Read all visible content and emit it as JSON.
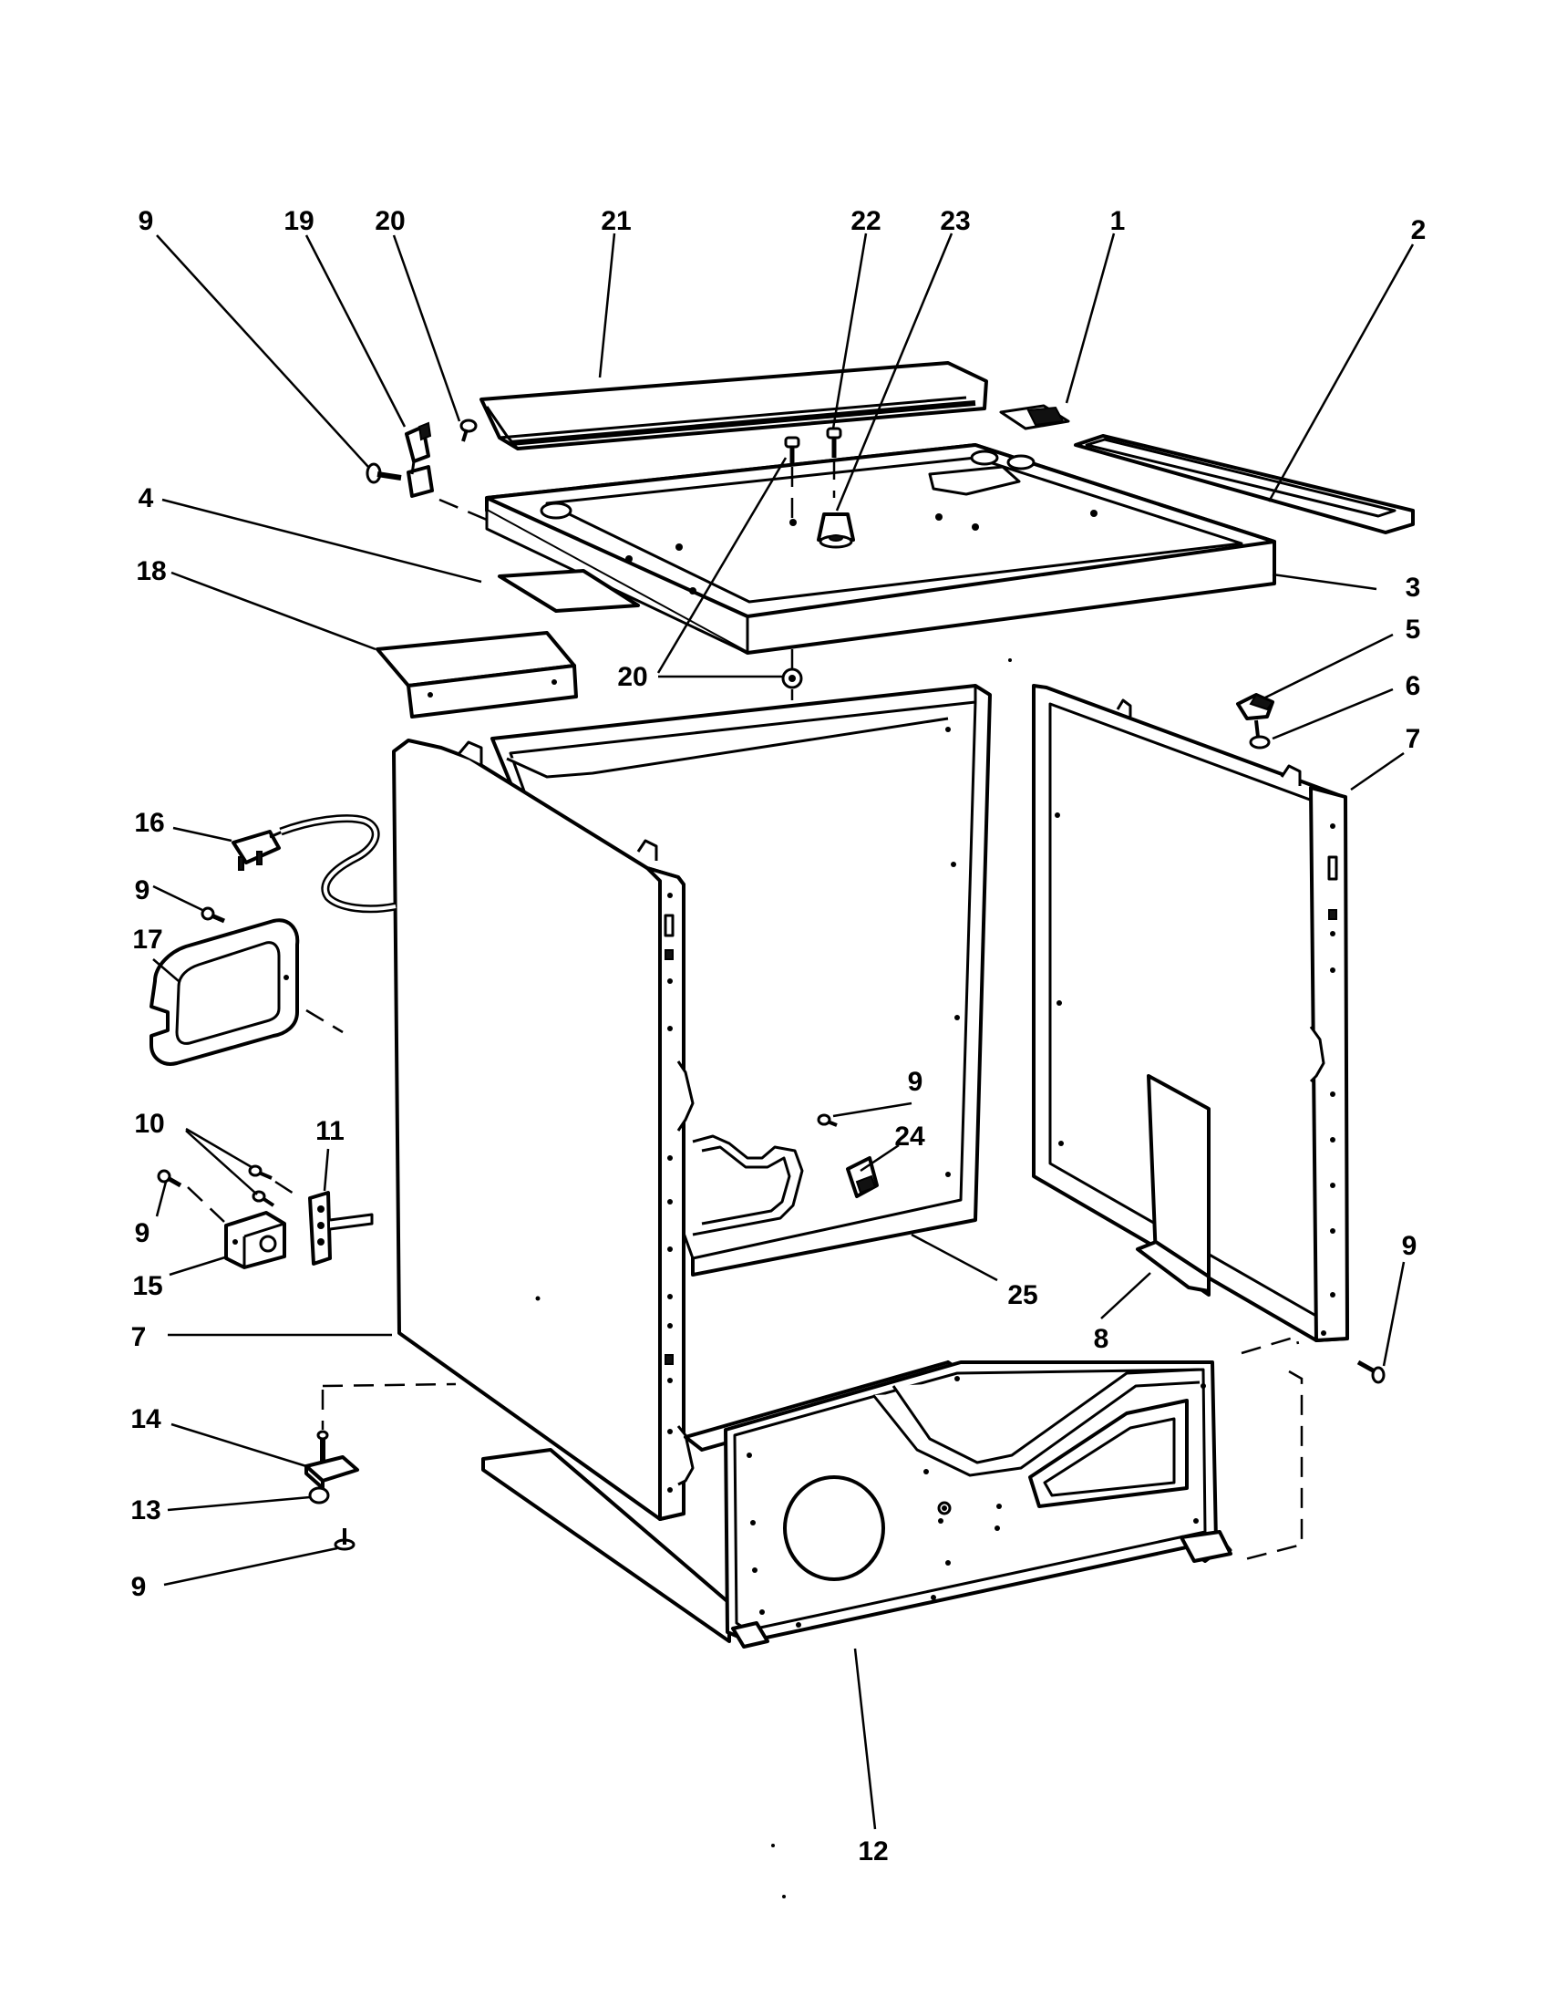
{
  "diagram": {
    "callouts": [
      {
        "key": "c9a",
        "text": "9"
      },
      {
        "key": "c19",
        "text": "19"
      },
      {
        "key": "c20a",
        "text": "20"
      },
      {
        "key": "c21",
        "text": "21"
      },
      {
        "key": "c22",
        "text": "22"
      },
      {
        "key": "c23",
        "text": "23"
      },
      {
        "key": "c1",
        "text": "1"
      },
      {
        "key": "c2",
        "text": "2"
      },
      {
        "key": "c4",
        "text": "4"
      },
      {
        "key": "c3",
        "text": "3"
      },
      {
        "key": "c18",
        "text": "18"
      },
      {
        "key": "c20b",
        "text": "20"
      },
      {
        "key": "c5",
        "text": "5"
      },
      {
        "key": "c6",
        "text": "6"
      },
      {
        "key": "c7a",
        "text": "7"
      },
      {
        "key": "c16",
        "text": "16"
      },
      {
        "key": "c9b",
        "text": "9"
      },
      {
        "key": "c17",
        "text": "17"
      },
      {
        "key": "c9c",
        "text": "9"
      },
      {
        "key": "c24",
        "text": "24"
      },
      {
        "key": "c10",
        "text": "10"
      },
      {
        "key": "c11",
        "text": "11"
      },
      {
        "key": "c9d",
        "text": "9"
      },
      {
        "key": "c15",
        "text": "15"
      },
      {
        "key": "c9e",
        "text": "9"
      },
      {
        "key": "c25",
        "text": "25"
      },
      {
        "key": "c8",
        "text": "8"
      },
      {
        "key": "c7b",
        "text": "7"
      },
      {
        "key": "c14",
        "text": "14"
      },
      {
        "key": "c13",
        "text": "13"
      },
      {
        "key": "c9f",
        "text": "9"
      },
      {
        "key": "c12",
        "text": "12"
      }
    ]
  }
}
